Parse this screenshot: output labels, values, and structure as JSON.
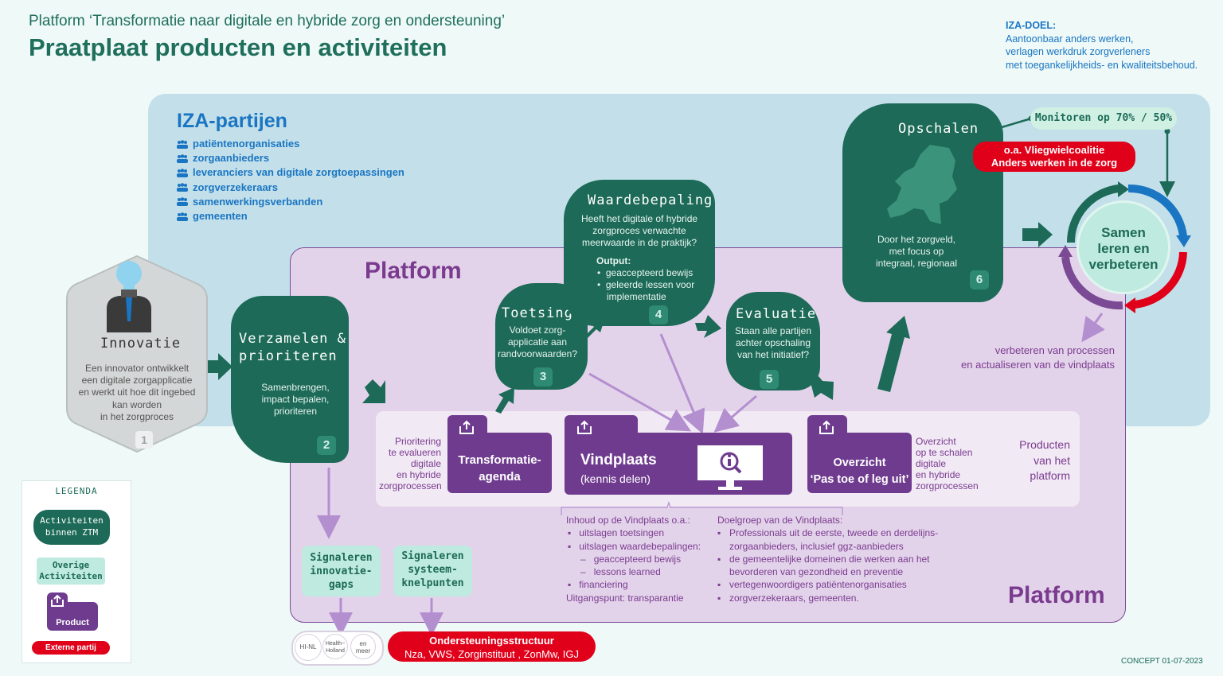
{
  "header": {
    "subtitle": "Platform ‘Transformatie naar digitale en hybride zorg en ondersteuning’",
    "title": "Praatplaat producten en activiteiten"
  },
  "goal": {
    "label": "IZA-DOEL:",
    "lines": [
      "Aantoonbaar anders werken,",
      "verlagen werkdruk zorgverleners",
      "met toegankelijkheids- en kwaliteitsbehoud."
    ]
  },
  "iza": {
    "title": "IZA-partijen",
    "parties": [
      "patiëntenorganisaties",
      "zorgaanbieders",
      "leveranciers van digitale zorgtoepassingen",
      "zorgverzekeraars",
      "samenwerkingsverbanden",
      "gemeenten"
    ]
  },
  "platform": {
    "title_top": "Platform",
    "title_bottom": "Platform"
  },
  "steps": {
    "innovatie": {
      "title": "Innovatie",
      "desc": [
        "Een innovator ontwikkelt",
        "een digitale zorgapplicatie",
        "en werkt uit hoe dit ingebed",
        "kan worden",
        "in het zorgproces"
      ],
      "num": "1"
    },
    "verzamelen": {
      "title": [
        "Verzamelen &",
        "prioriteren"
      ],
      "desc": [
        "Samenbrengen,",
        "impact bepalen,",
        "prioriteren"
      ],
      "num": "2"
    },
    "toetsing": {
      "title": "Toetsing",
      "desc": [
        "Voldoet zorg-",
        "applicatie aan",
        "randvoorwaarden?"
      ],
      "num": "3"
    },
    "waardebepaling": {
      "title": "Waardebepaling",
      "desc": [
        "Heeft het digitale of hybride",
        "zorgproces  verwachte",
        "meerwaarde in de  praktijk?"
      ],
      "output_label": "Output:",
      "outputs": [
        "geaccepteerd bewijs",
        "geleerde lessen voor",
        "implementatie"
      ],
      "num": "4"
    },
    "evaluatie": {
      "title": "Evaluatie",
      "desc": [
        "Staan alle partijen",
        "achter opschaling",
        "van het initiatief?"
      ],
      "num": "5"
    },
    "opschalen": {
      "title": "Opschalen",
      "desc": [
        "Door het zorgveld,",
        "met focus op",
        "integraal, regionaal"
      ],
      "num": "6"
    }
  },
  "monitoren": "Monitoren op 70% / 50%",
  "vliegwiel": [
    "o.a. Vliegwielcoalitie",
    "Anders werken in de zorg"
  ],
  "samen": [
    "Samen",
    "leren en",
    "verbeteren"
  ],
  "verbeteren": [
    "verbeteren van processen",
    "en actualiseren van de vindplaats"
  ],
  "products": {
    "label": [
      "Producten",
      "van het",
      "platform"
    ],
    "agenda_side": [
      "Prioritering",
      "te evalueren",
      "digitale",
      "en hybride",
      "zorgprocessen"
    ],
    "agenda": [
      "Transformatie-",
      "agenda"
    ],
    "vindplaats_title": "Vindplaats",
    "vindplaats_sub": "(kennis delen)",
    "overzicht": [
      "Overzicht",
      "‘Pas toe of leg uit’"
    ],
    "overzicht_side": [
      "Overzicht",
      "op te schalen",
      "digitale",
      "en hybride",
      "zorgprocessen"
    ]
  },
  "inhoud": {
    "title": "Inhoud op de Vindplaats o.a.:",
    "items": [
      "uitslagen toetsingen",
      "uitslagen waardebepalingen:"
    ],
    "sub": [
      "geaccepteerd bewijs",
      "lessons learned"
    ],
    "item3": "financiering",
    "footer": "Uitgangspunt: transparantie"
  },
  "doelgroep": {
    "title": "Doelgroep van de Vindplaats:",
    "items": [
      [
        "Professionals uit de eerste, tweede en derdelijns-",
        "zorgaanbieders, inclusief ggz-aanbieders"
      ],
      [
        "de gemeentelijke domeinen die werken aan het",
        "bevorderen van gezondheid en preventie"
      ],
      [
        "vertegenwoordigers patiëntenorganisaties"
      ],
      [
        " zorgverzekeraars, gemeenten."
      ]
    ]
  },
  "signalen": {
    "gaps": [
      "Signaleren",
      "innovatie-",
      "gaps"
    ],
    "knelpunten": [
      "Signaleren",
      "systeem-",
      "knelpunten"
    ]
  },
  "external": {
    "orgs": [
      "HI-NL",
      "Health~",
      "Holland",
      "en",
      "meer"
    ],
    "title": "Ondersteuningsstructuur",
    "members": "Nza, VWS, Zorginstituut , ZonMw, IGJ"
  },
  "legend": {
    "title": "LEGENDA",
    "activiteiten": [
      "Activiteiten",
      "binnen ZTM"
    ],
    "overige": [
      "Overige",
      "Activiteiten"
    ],
    "product": "Product",
    "extern": "Externe partij"
  },
  "concept": "CONCEPT 01-07-2023",
  "colors": {
    "green": "#1c6a57",
    "purple": "#6f3b8f",
    "blue": "#1a75c2",
    "red": "#e1001a",
    "mint": "#bfeadf"
  }
}
